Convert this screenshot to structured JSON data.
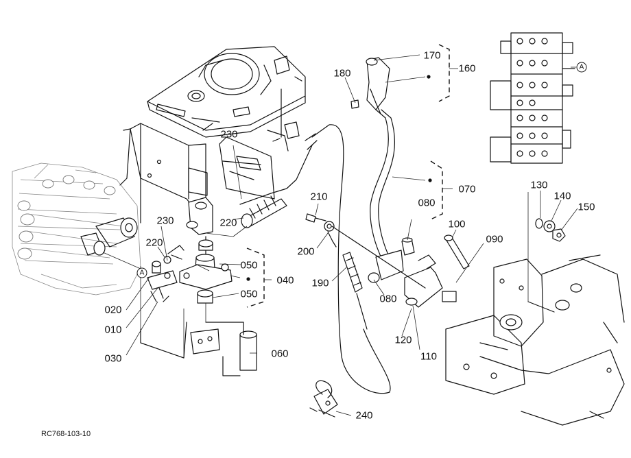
{
  "figure": {
    "drawing_code": "RC768-103-10",
    "view_marker": "A"
  },
  "parts": {
    "p010": "010",
    "p020": "020",
    "p030": "030",
    "p040": "040",
    "p050a": "050",
    "p050b": "050",
    "p060": "060",
    "p070": "070",
    "p080a": "080",
    "p080b": "080",
    "p090": "090",
    "p100": "100",
    "p110": "110",
    "p120": "120",
    "p130": "130",
    "p140": "140",
    "p150": "150",
    "p160": "160",
    "p170": "170",
    "p180": "180",
    "p190": "190",
    "p200": "200",
    "p210": "210",
    "p220a": "220",
    "p220b": "220",
    "p230a": "230",
    "p230b": "230",
    "p240": "240"
  }
}
